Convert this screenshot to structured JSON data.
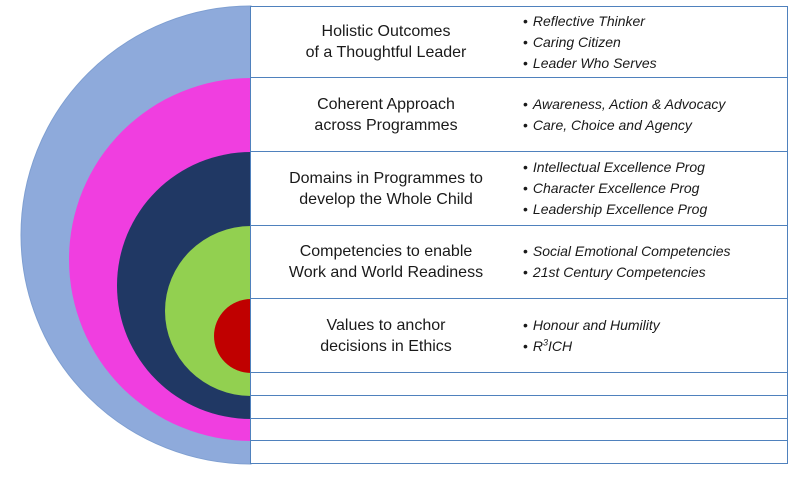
{
  "colors": {
    "ring_outer": "#8eaadb",
    "ring_2": "#f03ee0",
    "ring_3": "#203864",
    "ring_4": "#92d050",
    "core": "#c00000",
    "border": "#4f81bd"
  },
  "layers": [
    {
      "title": [
        "Holistic Outcomes",
        "of a Thoughtful Leader"
      ],
      "bullets": [
        "Reflective Thinker",
        "Caring Citizen",
        "Leader Who Serves"
      ]
    },
    {
      "title": [
        "Coherent Approach",
        "across Programmes"
      ],
      "bullets": [
        "Awareness, Action & Advocacy",
        "Care, Choice and Agency"
      ]
    },
    {
      "title": [
        "Domains in Programmes to",
        "develop the Whole Child"
      ],
      "bullets": [
        "Intellectual Excellence Prog",
        "Character Excellence Prog",
        "Leadership Excellence Prog"
      ]
    },
    {
      "title": [
        "Competencies to enable",
        "Work and World Readiness"
      ],
      "bullets": [
        "Social Emotional Competencies",
        "21st Century Competencies"
      ]
    },
    {
      "title": [
        "Values to anchor",
        "decisions in Ethics"
      ],
      "bullets": [
        "Honour and Humility",
        "R",
        "ICH"
      ],
      "superscript": "3"
    }
  ],
  "bullet_glyph": "•"
}
